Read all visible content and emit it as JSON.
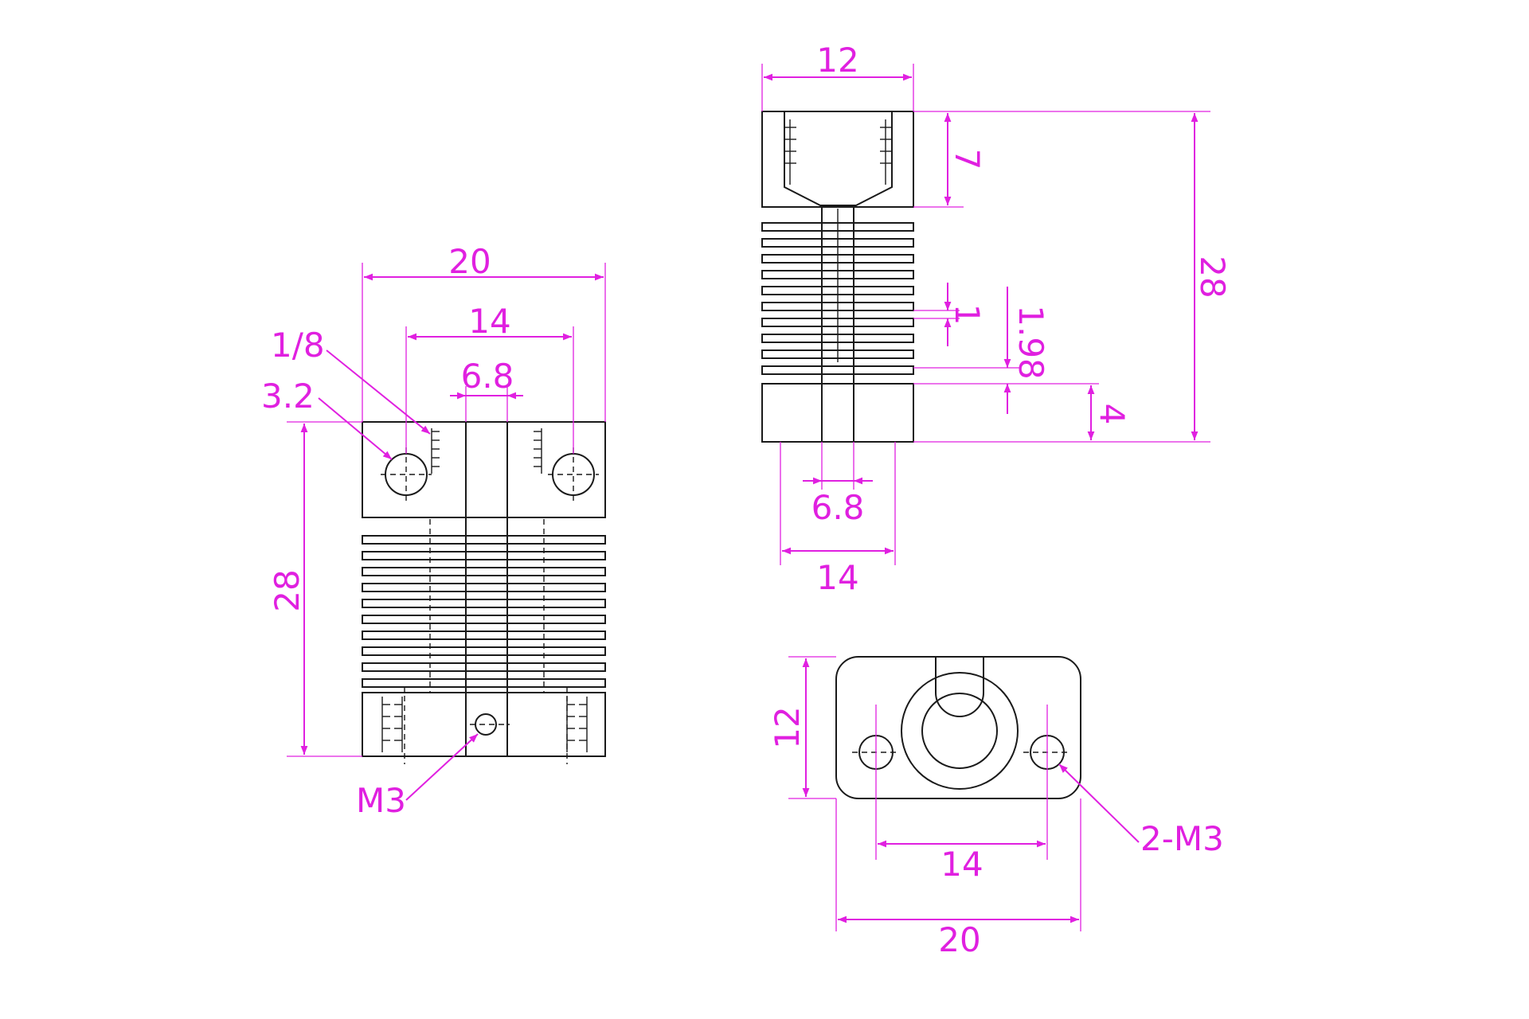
{
  "colors": {
    "outline": "#1a1a1a",
    "dimension": "#e020e0",
    "background": "#ffffff"
  },
  "side_view": {
    "width": "20",
    "bolt_spacing": "14",
    "slot_width": "6.8",
    "thread": "1/8",
    "hole_dia": "3.2",
    "height": "28",
    "set_screw": "M3"
  },
  "front_view": {
    "top_width": "12",
    "top_depth": "7",
    "total_height": "28",
    "fin_thickness": "1",
    "fin_pitch": "1.98",
    "base_height": "4",
    "bore": "6.8",
    "base_width": "14"
  },
  "bottom_view": {
    "height": "12",
    "hole_spacing": "14",
    "width": "20",
    "holes": "2-M3"
  }
}
